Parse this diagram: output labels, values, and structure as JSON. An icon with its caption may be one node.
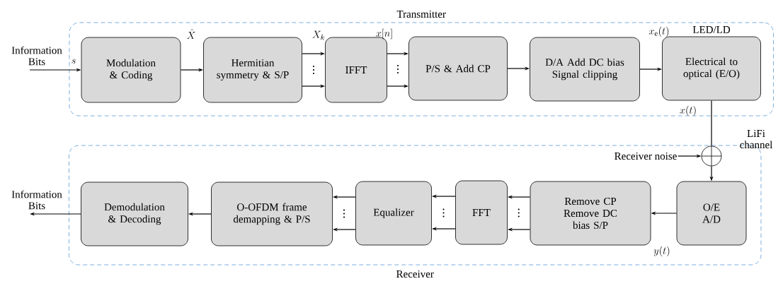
{
  "diagram": {
    "nodes": [
      {
        "text": [
          "Transmitter"
        ]
      },
      {
        "text": [
          "Modulation & Coding"
        ],
        "in": 0
      },
      {
        "text": [
          "Hermitian symmetry & S/P"
        ],
        "in": 0
      },
      {
        "text": [
          "IFFT"
        ],
        "in": 0
      },
      {
        "text": [
          "P/S & Add CP"
        ],
        "in": 0
      },
      {
        "text": [
          "D/A Add DC bias Signal clipping"
        ],
        "in": 0
      },
      {
        "text": [
          "Electrical to optical (E/O)"
        ],
        "beside": [
          "LED/LD"
        ],
        "in": 0
      },
      {
        "text": [
          "Receiver"
        ]
      },
      {
        "text": [
          "O/E A/D"
        ],
        "in": 7
      },
      {
        "text": [
          "Remove CP Remove DC bias S/P"
        ],
        "in": 7
      },
      {
        "text": [
          "FFT"
        ],
        "in": 7
      },
      {
        "text": [
          "Equalizer"
        ],
        "in": 7
      },
      {
        "text": [
          "O-OFDM frame demapping & P/S"
        ],
        "in": 7
      },
      {
        "text": [
          "Demodulation & Decoding"
        ],
        "in": 7
      },
      {
        "text": [
          "Information Bits"
        ]
      },
      {
        "text": [
          "Information Bits"
        ]
      },
      {
        "text": [],
        "shape": "circle",
        "in": 7
      },
      {
        "text": [
          "Receiver noise"
        ],
        "in": 7
      }
    ],
    "edges": [
      {
        "from": 14,
        "to": 1,
        "arrow": "to",
        "label": "s"
      },
      {
        "from": 1,
        "to": 2,
        "arrow": "to",
        "label": "\\hat{X}"
      },
      {
        "from": 2,
        "to": 3,
        "arrow": "to",
        "label": "X_k"
      },
      {
        "from": 2,
        "to": 3,
        "arrow": "to"
      },
      {
        "from": 3,
        "to": 4,
        "arrow": "to",
        "label": "x[n]"
      },
      {
        "from": 3,
        "to": 4,
        "arrow": "to"
      },
      {
        "from": 4,
        "to": 5,
        "arrow": "to"
      },
      {
        "from": 5,
        "to": 6,
        "arrow": "to",
        "label": "x_{\\mathrm{e}}(t)"
      },
      {
        "from": 6,
        "to": 16,
        "arrow": "none",
        "label": "x(t)"
      },
      {
        "from": 17,
        "to": 16,
        "arrow": "to"
      },
      {
        "from": 16,
        "to": 8,
        "arrow": "to"
      },
      {
        "from": 8,
        "to": 9,
        "arrow": "to",
        "label": "y(t)"
      },
      {
        "from": 9,
        "to": 10,
        "arrow": "to"
      },
      {
        "from": 9,
        "to": 10,
        "arrow": "to"
      },
      {
        "from": 10,
        "to": 11,
        "arrow": "to"
      },
      {
        "from": 10,
        "to": 11,
        "arrow": "to"
      },
      {
        "from": 11,
        "to": 12,
        "arrow": "to"
      },
      {
        "from": 11,
        "to": 12,
        "arrow": "to"
      },
      {
        "from": 12,
        "to": 13,
        "arrow": "to"
      },
      {
        "from": 13,
        "to": 15,
        "arrow": "to"
      }
    ],
    "labels": [
      "LiFi channel"
    ]
  }
}
